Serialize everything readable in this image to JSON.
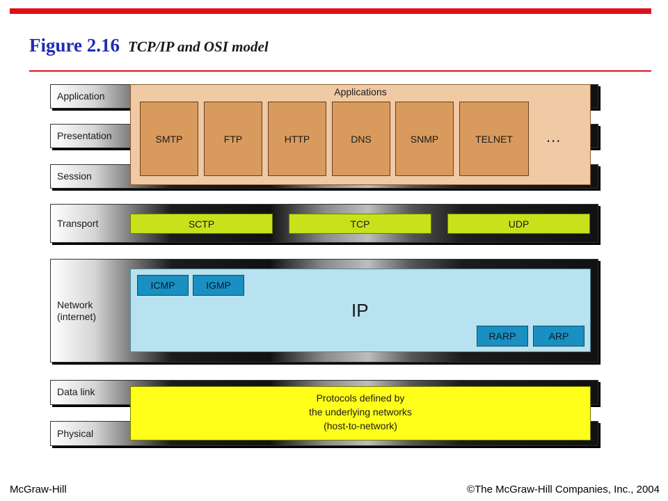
{
  "slide": {
    "figure_label": "Figure 2.16",
    "figure_title": "TCP/IP and OSI model",
    "footer_left": "McGraw-Hill",
    "footer_right": "©The McGraw-Hill Companies, Inc., 2004"
  },
  "osi_layers": {
    "application": "Application",
    "presentation": "Presentation",
    "session": "Session",
    "transport": "Transport",
    "network_line1": "Network",
    "network_line2": "(internet)",
    "data_link": "Data link",
    "physical": "Physical"
  },
  "applications": {
    "title": "Applications",
    "protocols": [
      "SMTP",
      "FTP",
      "HTTP",
      "DNS",
      "SNMP",
      "TELNET"
    ],
    "more": "..."
  },
  "transport_protocols": [
    "SCTP",
    "TCP",
    "UDP"
  ],
  "network": {
    "ip": "IP",
    "upper": [
      "ICMP",
      "IGMP"
    ],
    "lower": [
      "RARP",
      "ARP"
    ]
  },
  "host_to_network": {
    "line1": "Protocols defined by",
    "line2": "the underlying networks",
    "line3": "(host-to-network)"
  },
  "colors": {
    "accent_red": "#e0101a",
    "title_blue": "#1f2cb5",
    "application_fill": "#f0c9a5",
    "protocol_fill": "#d99a5e",
    "transport_fill": "#c7e21a",
    "ip_fill": "#b8e2ef",
    "network_proto_fill": "#1a8fc1",
    "host_to_network_fill": "#ffff19"
  }
}
